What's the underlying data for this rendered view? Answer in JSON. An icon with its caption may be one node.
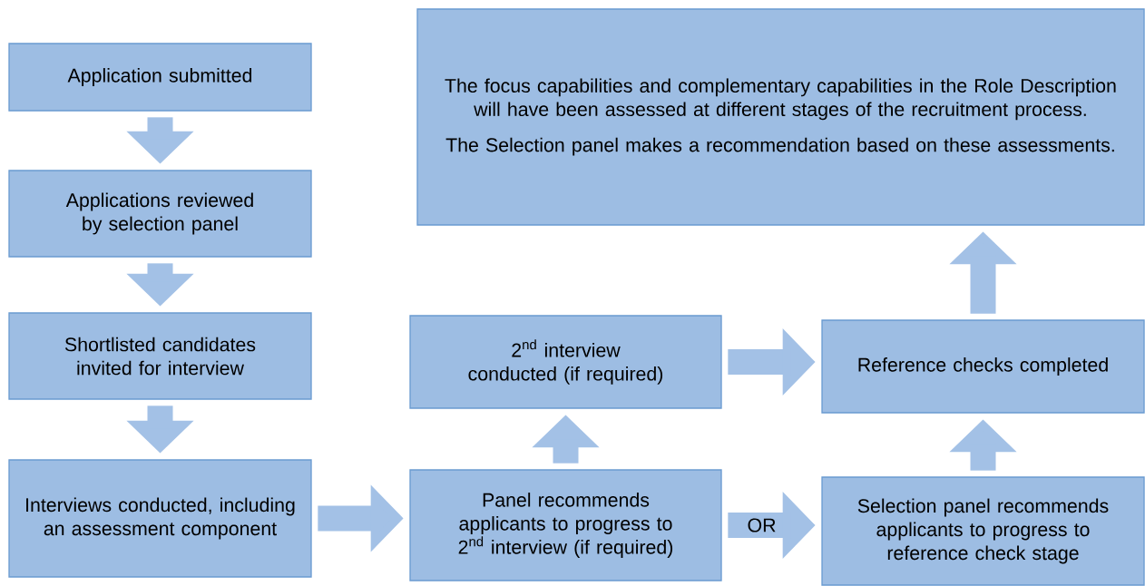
{
  "diagram": {
    "nodes": [
      {
        "text": [
          "Application submitted"
        ]
      },
      {
        "text": [
          "Applications reviewed by selection panel"
        ]
      },
      {
        "text": [
          "Shortlisted candidates invited for interview"
        ]
      },
      {
        "text": [
          "Interviews conducted, including an assessment component"
        ]
      },
      {
        "text": [
          "Panel recommends applicants to progress to 2$^{nd}$ interview (if required)"
        ]
      },
      {
        "text": [
          "2$^{nd}$ interview conducted (if required)"
        ]
      },
      {
        "text": [
          "Selection panel recommends applicants to progress to reference check stage"
        ]
      },
      {
        "text": [
          "Reference checks completed"
        ]
      },
      {
        "text": [
          "The focus capabilities and complementary capabilities in the Role Description will have been assessed at different stages of the recruitment process.",
          "The Selection panel makes a recommendation based on these assessments."
        ]
      }
    ],
    "edges": [
      {
        "from": 0,
        "to": 1,
        "arrow": "to"
      },
      {
        "from": 1,
        "to": 2,
        "arrow": "to"
      },
      {
        "from": 2,
        "to": 3,
        "arrow": "to"
      },
      {
        "from": 3,
        "to": 4,
        "arrow": "to"
      },
      {
        "from": 4,
        "to": 5,
        "arrow": "to"
      },
      {
        "from": 4,
        "to": 6,
        "arrow": "to",
        "label": "OR"
      },
      {
        "from": 5,
        "to": 7,
        "arrow": "to"
      },
      {
        "from": 6,
        "to": 7,
        "arrow": "to"
      },
      {
        "from": 7,
        "to": 8,
        "arrow": "to"
      }
    ]
  }
}
